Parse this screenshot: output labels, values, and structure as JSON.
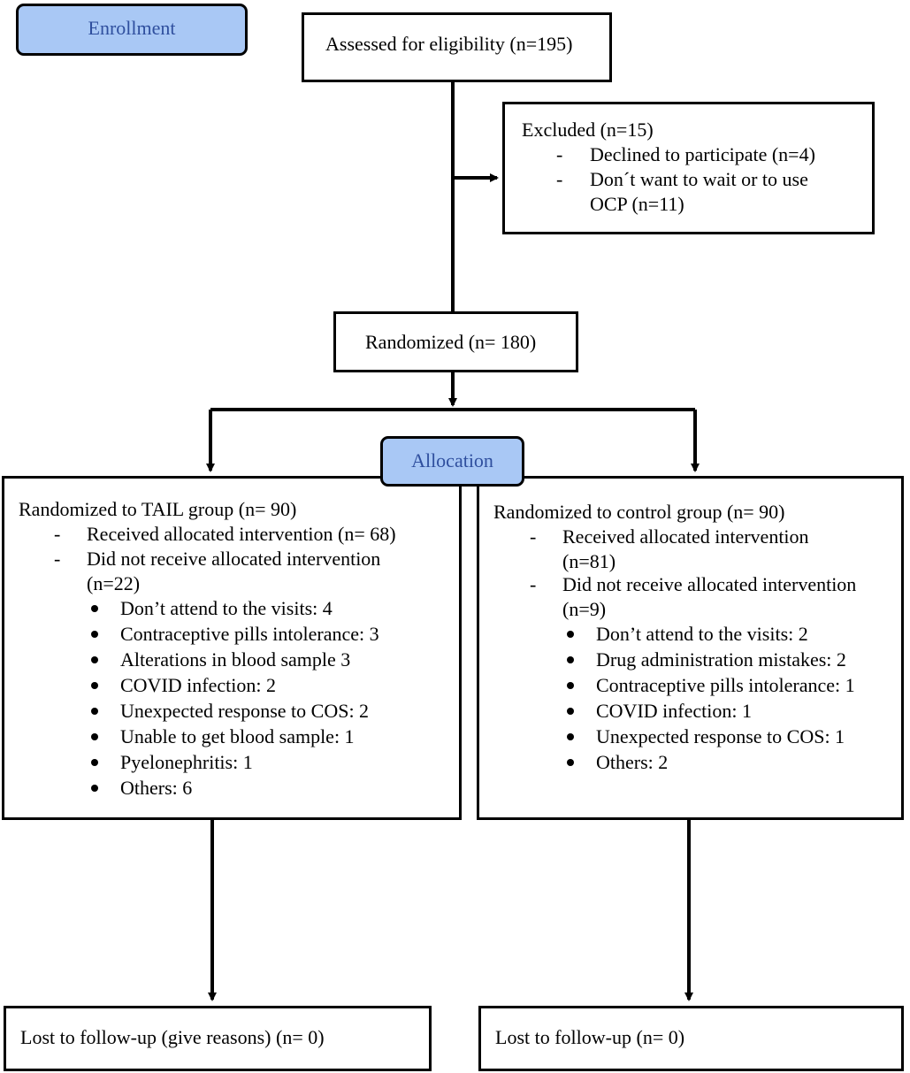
{
  "phases": {
    "enrollment": "Enrollment",
    "allocation": "Allocation"
  },
  "assessed": "Assessed for eligibility (n=195)",
  "excluded": {
    "title": "Excluded (n=15)",
    "items": [
      "Declined to participate (n=4)",
      "Don´t want to wait or to use",
      "OCP (n=11)"
    ]
  },
  "randomized": "Randomized (n= 180)",
  "tail_group": {
    "title": "Randomized to TAIL group (n= 90)",
    "received": "Received allocated intervention (n= 68)",
    "not_received": "Did not receive allocated intervention",
    "not_received_n": "(n=22)",
    "reasons": [
      "Don’t attend to the visits: 4",
      "Contraceptive pills intolerance: 3",
      "Alterations in blood sample 3",
      "COVID infection: 2",
      "Unexpected response to COS: 2",
      "Unable to get blood sample: 1",
      "Pyelonephritis: 1",
      "Others: 6"
    ]
  },
  "control_group": {
    "title": "Randomized to control group (n= 90)",
    "received": "Received allocated intervention",
    "received_n": "(n=81)",
    "not_received": "Did not receive allocated intervention",
    "not_received_n": "(n=9)",
    "reasons": [
      "Don’t attend to the visits: 2",
      "Drug administration mistakes: 2",
      "Contraceptive pills intolerance: 1",
      "COVID infection: 1",
      "Unexpected response to COS: 1",
      "Others: 2"
    ]
  },
  "followup": {
    "tail": "Lost to follow-up (give reasons) (n= 0)",
    "control": "Lost to follow-up (n= 0)"
  }
}
